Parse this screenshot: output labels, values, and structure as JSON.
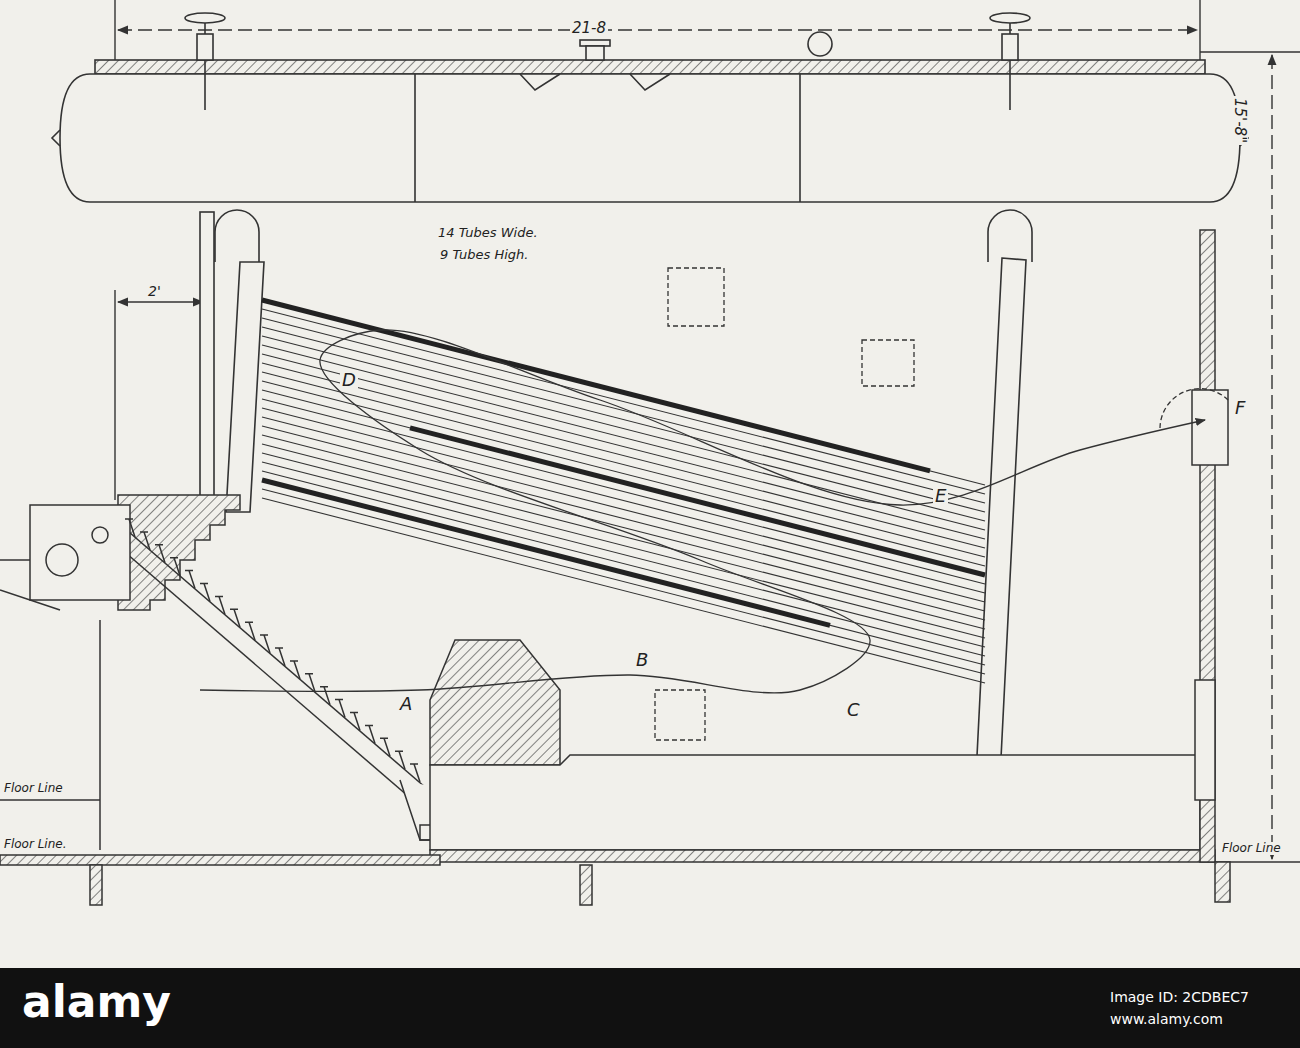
{
  "diagram": {
    "labels": [
      "21-8",
      "15'-8\"",
      "14 Tubes Wide.",
      "9 Tubes High.",
      "2'",
      "D",
      "E",
      "F",
      "A",
      "B",
      "C",
      "Floor Line",
      "Floor Line.",
      "Floor Line",
      "alamy",
      "Image ID: 2CDBEC7",
      "www.alamy.com"
    ]
  }
}
